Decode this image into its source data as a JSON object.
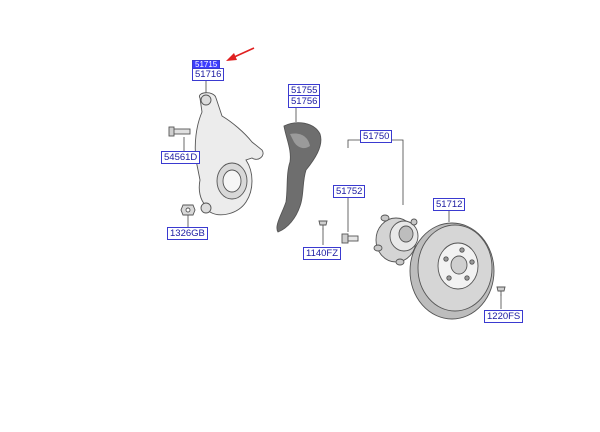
{
  "labels": {
    "highlight": "51715",
    "knuckle": "51716",
    "bolt": "54561D",
    "nut": "1326GB",
    "cover_a": "51755",
    "cover_b": "51756",
    "cover_screw": "1140FZ",
    "hub_assy": "51750",
    "hub_bolt": "51752",
    "disc": "51712",
    "disc_screw": "1220FS"
  },
  "colors": {
    "label_border": "#3a3ad0",
    "label_text": "#1a1aa0",
    "highlight_fill": "#3d3dff",
    "arrow": "#e02020"
  },
  "icons": [
    "arrow-pointer-icon"
  ]
}
